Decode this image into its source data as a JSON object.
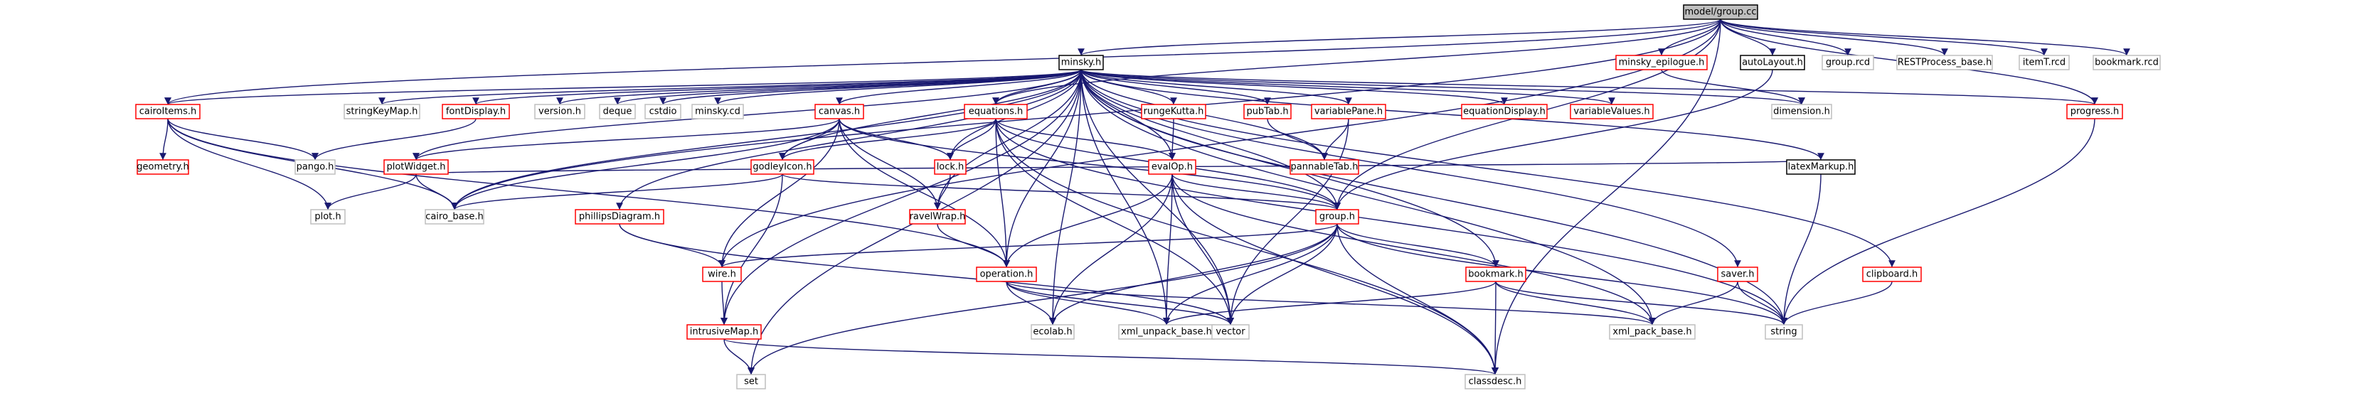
{
  "colors": {
    "edge": "#191970",
    "root_fill": "#bfbfbf",
    "root_border": "#000000",
    "normal_border": "#000000",
    "linked_border": "#ff0000",
    "external_border": "#bfbfbf",
    "background": "#ffffff",
    "text": "#000000"
  },
  "nodes": [
    {
      "id": "group_cc",
      "label": "model/group.cc",
      "kind": "root"
    },
    {
      "id": "minsky_h",
      "label": "minsky.h",
      "kind": "normal"
    },
    {
      "id": "minsky_epilogue_h",
      "label": "minsky_epilogue.h",
      "kind": "linked"
    },
    {
      "id": "autoLayout_h",
      "label": "autoLayout.h",
      "kind": "normal"
    },
    {
      "id": "group_rcd",
      "label": "group.rcd",
      "kind": "external"
    },
    {
      "id": "RESTProcess_base_h",
      "label": "RESTProcess_base.h",
      "kind": "external"
    },
    {
      "id": "itemT_rcd",
      "label": "itemT.rcd",
      "kind": "external"
    },
    {
      "id": "bookmark_rcd",
      "label": "bookmark.rcd",
      "kind": "external"
    },
    {
      "id": "cairoItems_h",
      "label": "cairoItems.h",
      "kind": "linked"
    },
    {
      "id": "stringKeyMap_h",
      "label": "stringKeyMap.h",
      "kind": "external"
    },
    {
      "id": "fontDisplay_h",
      "label": "fontDisplay.h",
      "kind": "linked"
    },
    {
      "id": "version_h",
      "label": "version.h",
      "kind": "external"
    },
    {
      "id": "deque",
      "label": "deque",
      "kind": "external"
    },
    {
      "id": "cstdio",
      "label": "cstdio",
      "kind": "external"
    },
    {
      "id": "minsky_cd",
      "label": "minsky.cd",
      "kind": "external"
    },
    {
      "id": "canvas_h",
      "label": "canvas.h",
      "kind": "linked"
    },
    {
      "id": "equations_h",
      "label": "equations.h",
      "kind": "linked"
    },
    {
      "id": "rungeKutta_h",
      "label": "rungeKutta.h",
      "kind": "linked"
    },
    {
      "id": "pubTab_h",
      "label": "pubTab.h",
      "kind": "linked"
    },
    {
      "id": "variablePane_h",
      "label": "variablePane.h",
      "kind": "linked"
    },
    {
      "id": "equationDisplay_h",
      "label": "equationDisplay.h",
      "kind": "linked"
    },
    {
      "id": "variableValues_h",
      "label": "variableValues.h",
      "kind": "linked"
    },
    {
      "id": "dimension_h",
      "label": "dimension.h",
      "kind": "external"
    },
    {
      "id": "progress_h",
      "label": "progress.h",
      "kind": "linked"
    },
    {
      "id": "geometry_h",
      "label": "geometry.h",
      "kind": "linked"
    },
    {
      "id": "pango_h",
      "label": "pango.h",
      "kind": "external"
    },
    {
      "id": "plotWidget_h",
      "label": "plotWidget.h",
      "kind": "linked"
    },
    {
      "id": "godleyIcon_h",
      "label": "godleyIcon.h",
      "kind": "linked"
    },
    {
      "id": "lock_h",
      "label": "lock.h",
      "kind": "linked"
    },
    {
      "id": "evalOp_h",
      "label": "evalOp.h",
      "kind": "linked"
    },
    {
      "id": "pannableTab_h",
      "label": "pannableTab.h",
      "kind": "linked"
    },
    {
      "id": "latexMarkup_h",
      "label": "latexMarkup.h",
      "kind": "normal"
    },
    {
      "id": "plot_h",
      "label": "plot.h",
      "kind": "external"
    },
    {
      "id": "cairo_base_h",
      "label": "cairo_base.h",
      "kind": "external"
    },
    {
      "id": "phillipsDiagram_h",
      "label": "phillipsDiagram.h",
      "kind": "linked"
    },
    {
      "id": "ravelWrap_h",
      "label": "ravelWrap.h",
      "kind": "linked"
    },
    {
      "id": "group_h",
      "label": "group.h",
      "kind": "linked"
    },
    {
      "id": "bookmark_h",
      "label": "bookmark.h",
      "kind": "linked"
    },
    {
      "id": "saver_h",
      "label": "saver.h",
      "kind": "linked"
    },
    {
      "id": "clipboard_h",
      "label": "clipboard.h",
      "kind": "linked"
    },
    {
      "id": "wire_h",
      "label": "wire.h",
      "kind": "linked"
    },
    {
      "id": "operation_h",
      "label": "operation.h",
      "kind": "linked"
    },
    {
      "id": "intrusiveMap_h",
      "label": "intrusiveMap.h",
      "kind": "linked"
    },
    {
      "id": "ecolab_h",
      "label": "ecolab.h",
      "kind": "external"
    },
    {
      "id": "xml_unpack_base_h",
      "label": "xml_unpack_base.h",
      "kind": "external"
    },
    {
      "id": "vector",
      "label": "vector",
      "kind": "external"
    },
    {
      "id": "xml_pack_base_h",
      "label": "xml_pack_base.h",
      "kind": "external"
    },
    {
      "id": "string",
      "label": "string",
      "kind": "external"
    },
    {
      "id": "set",
      "label": "set",
      "kind": "external"
    },
    {
      "id": "classdesc_h",
      "label": "classdesc.h",
      "kind": "external"
    }
  ],
  "edges": [
    [
      "group_cc",
      "minsky_h"
    ],
    [
      "group_cc",
      "minsky_epilogue_h"
    ],
    [
      "group_cc",
      "autoLayout_h"
    ],
    [
      "group_cc",
      "group_rcd"
    ],
    [
      "group_cc",
      "RESTProcess_base_h"
    ],
    [
      "group_cc",
      "itemT_rcd"
    ],
    [
      "group_cc",
      "bookmark_rcd"
    ],
    [
      "group_cc",
      "cairoItems_h"
    ],
    [
      "group_cc",
      "equations_h"
    ],
    [
      "group_cc",
      "group_h"
    ],
    [
      "group_cc",
      "progress_h"
    ],
    [
      "group_cc",
      "wire_h"
    ],
    [
      "group_cc",
      "cairo_base_h"
    ],
    [
      "group_cc",
      "classdesc_h"
    ],
    [
      "minsky_h",
      "cairoItems_h"
    ],
    [
      "minsky_h",
      "stringKeyMap_h"
    ],
    [
      "minsky_h",
      "fontDisplay_h"
    ],
    [
      "minsky_h",
      "version_h"
    ],
    [
      "minsky_h",
      "deque"
    ],
    [
      "minsky_h",
      "cstdio"
    ],
    [
      "minsky_h",
      "minsky_cd"
    ],
    [
      "minsky_h",
      "canvas_h"
    ],
    [
      "minsky_h",
      "equations_h"
    ],
    [
      "minsky_h",
      "rungeKutta_h"
    ],
    [
      "minsky_h",
      "pubTab_h"
    ],
    [
      "minsky_h",
      "variablePane_h"
    ],
    [
      "minsky_h",
      "equationDisplay_h"
    ],
    [
      "minsky_h",
      "variableValues_h"
    ],
    [
      "minsky_h",
      "dimension_h"
    ],
    [
      "minsky_h",
      "progress_h"
    ],
    [
      "minsky_h",
      "godleyIcon_h"
    ],
    [
      "minsky_h",
      "plotWidget_h"
    ],
    [
      "minsky_h",
      "lock_h"
    ],
    [
      "minsky_h",
      "evalOp_h"
    ],
    [
      "minsky_h",
      "pannableTab_h"
    ],
    [
      "minsky_h",
      "latexMarkup_h"
    ],
    [
      "minsky_h",
      "phillipsDiagram_h"
    ],
    [
      "minsky_h",
      "ravelWrap_h"
    ],
    [
      "minsky_h",
      "group_h"
    ],
    [
      "minsky_h",
      "bookmark_h"
    ],
    [
      "minsky_h",
      "saver_h"
    ],
    [
      "minsky_h",
      "clipboard_h"
    ],
    [
      "minsky_h",
      "operation_h"
    ],
    [
      "minsky_h",
      "intrusiveMap_h"
    ],
    [
      "minsky_h",
      "ecolab_h"
    ],
    [
      "minsky_h",
      "xml_unpack_base_h"
    ],
    [
      "minsky_h",
      "vector"
    ],
    [
      "minsky_h",
      "xml_pack_base_h"
    ],
    [
      "minsky_h",
      "string"
    ],
    [
      "minsky_h",
      "set"
    ],
    [
      "minsky_h",
      "cairo_base_h"
    ],
    [
      "minsky_epilogue_h",
      "dimension_h"
    ],
    [
      "autoLayout_h",
      "group_h"
    ],
    [
      "progress_h",
      "string"
    ],
    [
      "cairoItems_h",
      "geometry_h"
    ],
    [
      "cairoItems_h",
      "pango_h"
    ],
    [
      "cairoItems_h",
      "plot_h"
    ],
    [
      "cairoItems_h",
      "cairo_base_h"
    ],
    [
      "cairoItems_h",
      "operation_h"
    ],
    [
      "fontDisplay_h",
      "pango_h"
    ],
    [
      "canvas_h",
      "godleyIcon_h"
    ],
    [
      "canvas_h",
      "plotWidget_h"
    ],
    [
      "canvas_h",
      "lock_h"
    ],
    [
      "canvas_h",
      "ravelWrap_h"
    ],
    [
      "canvas_h",
      "wire_h"
    ],
    [
      "canvas_h",
      "operation_h"
    ],
    [
      "canvas_h",
      "group_h"
    ],
    [
      "canvas_h",
      "cairo_base_h"
    ],
    [
      "equations_h",
      "godleyIcon_h"
    ],
    [
      "equations_h",
      "lock_h"
    ],
    [
      "equations_h",
      "evalOp_h"
    ],
    [
      "equations_h",
      "operation_h"
    ],
    [
      "equations_h",
      "group_h"
    ],
    [
      "equations_h",
      "vector"
    ],
    [
      "equations_h",
      "string"
    ],
    [
      "equations_h",
      "classdesc_h"
    ],
    [
      "rungeKutta_h",
      "evalOp_h"
    ],
    [
      "pubTab_h",
      "pannableTab_h"
    ],
    [
      "variablePane_h",
      "pannableTab_h"
    ],
    [
      "variablePane_h",
      "vector"
    ],
    [
      "plotWidget_h",
      "plot_h"
    ],
    [
      "plotWidget_h",
      "cairo_base_h"
    ],
    [
      "plotWidget_h",
      "latexMarkup_h"
    ],
    [
      "godleyIcon_h",
      "cairo_base_h"
    ],
    [
      "godleyIcon_h",
      "intrusiveMap_h"
    ],
    [
      "godleyIcon_h",
      "group_h"
    ],
    [
      "lock_h",
      "ravelWrap_h"
    ],
    [
      "evalOp_h",
      "group_h"
    ],
    [
      "evalOp_h",
      "operation_h"
    ],
    [
      "evalOp_h",
      "ecolab_h"
    ],
    [
      "evalOp_h",
      "xml_unpack_base_h"
    ],
    [
      "evalOp_h",
      "vector"
    ],
    [
      "evalOp_h",
      "xml_pack_base_h"
    ],
    [
      "evalOp_h",
      "classdesc_h"
    ],
    [
      "latexMarkup_h",
      "string"
    ],
    [
      "phillipsDiagram_h",
      "wire_h"
    ],
    [
      "phillipsDiagram_h",
      "vector"
    ],
    [
      "ravelWrap_h",
      "operation_h"
    ],
    [
      "group_h",
      "wire_h"
    ],
    [
      "group_h",
      "bookmark_h"
    ],
    [
      "group_h",
      "ecolab_h"
    ],
    [
      "group_h",
      "vector"
    ],
    [
      "group_h",
      "string"
    ],
    [
      "group_h",
      "set"
    ],
    [
      "group_h",
      "classdesc_h"
    ],
    [
      "group_h",
      "xml_unpack_base_h"
    ],
    [
      "bookmark_h",
      "xml_pack_base_h"
    ],
    [
      "bookmark_h",
      "string"
    ],
    [
      "bookmark_h",
      "classdesc_h"
    ],
    [
      "bookmark_h",
      "xml_unpack_base_h"
    ],
    [
      "saver_h",
      "xml_pack_base_h"
    ],
    [
      "saver_h",
      "string"
    ],
    [
      "clipboard_h",
      "string"
    ],
    [
      "wire_h",
      "intrusiveMap_h"
    ],
    [
      "operation_h",
      "ecolab_h"
    ],
    [
      "operation_h",
      "xml_unpack_base_h"
    ],
    [
      "operation_h",
      "vector"
    ],
    [
      "operation_h",
      "xml_pack_base_h"
    ],
    [
      "intrusiveMap_h",
      "set"
    ],
    [
      "intrusiveMap_h",
      "classdesc_h"
    ]
  ]
}
